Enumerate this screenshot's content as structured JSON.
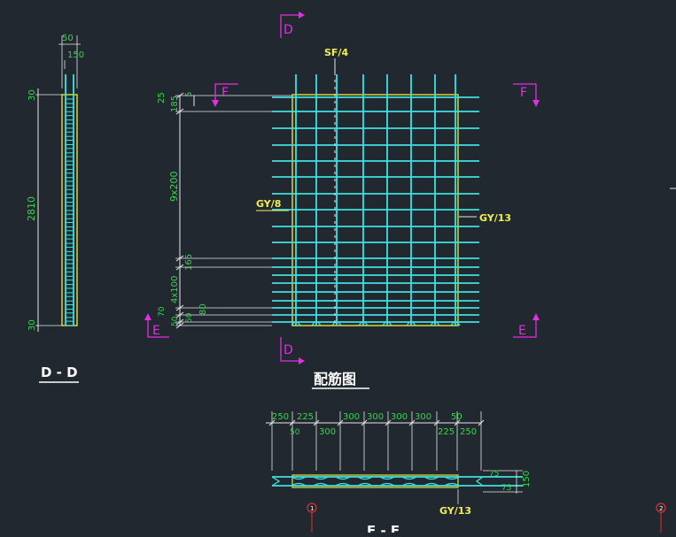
{
  "drawing": {
    "main_title": "配筋图",
    "section_dd_title": "D - D",
    "section_ee_title": "E - E",
    "rebar_sf": "SF/4",
    "rebar_gy8": "GY/8",
    "rebar_gy13": "GY/13",
    "rebar_gy13_bottom": "GY/13",
    "cut_D": "D",
    "cut_E": "E",
    "cut_F": "F",
    "grid_1": "1",
    "grid_2": "2"
  },
  "dims_dd": {
    "top_50": "50",
    "top_150": "150",
    "upper_30": "30",
    "height": "2810",
    "lower_30": "30"
  },
  "dims_plan": {
    "d25": "25",
    "d5": "5",
    "d185": "185",
    "d9x200": "9x200",
    "d165": "165",
    "d4x100": "4x100",
    "d70": "70",
    "d50a": "50",
    "d80": "80",
    "d50b": "50"
  },
  "dims_ee": {
    "top": [
      "250",
      "225",
      "300",
      "300",
      "300",
      "300",
      "50"
    ],
    "bottom": [
      "50",
      "300",
      "225",
      "250"
    ],
    "right_75": "75",
    "right_150": "150",
    "right_75b": "75"
  },
  "colors": {
    "background": "#212830",
    "rebar": "#3fe0e0",
    "concrete": "#e6e23a",
    "dimension": "#37d64a",
    "label": "#f2f050",
    "cut_mark": "#e22fe2",
    "line": "#e8e8e8"
  }
}
